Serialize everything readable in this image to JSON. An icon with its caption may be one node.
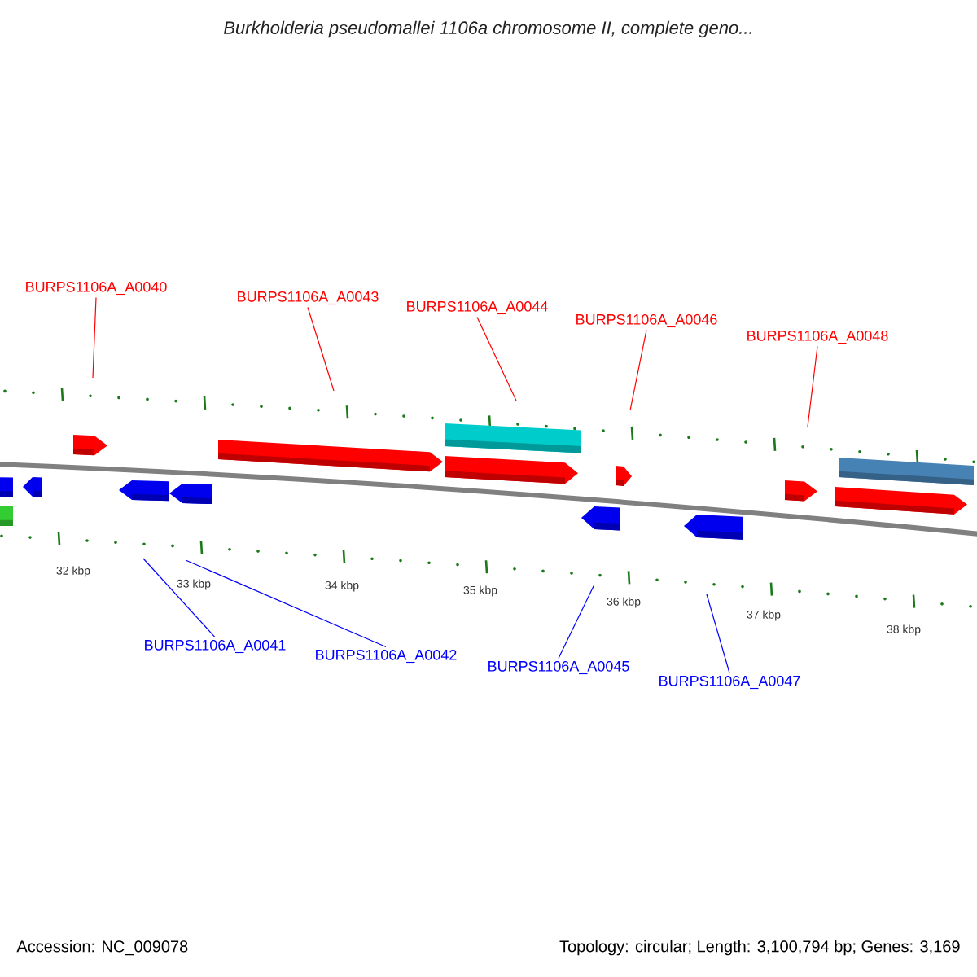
{
  "diagram": {
    "title": "Burkholderia pseudomallei 1106a chromosome II, complete geno...",
    "nodes": [
      {
        "text": [
          "BURPS1106A_A0040"
        ]
      },
      {
        "text": [
          "BURPS1106A_A0043"
        ]
      },
      {
        "text": [
          "BURPS1106A_A0044"
        ]
      },
      {
        "text": [
          "BURPS1106A_A0046"
        ]
      },
      {
        "text": [
          "BURPS1106A_A0048"
        ]
      },
      {
        "text": [
          "BURPS1106A_A0041"
        ]
      },
      {
        "text": [
          "BURPS1106A_A0042"
        ]
      },
      {
        "text": [
          "BURPS1106A_A0045"
        ]
      },
      {
        "text": [
          "BURPS1106A_A0047"
        ]
      }
    ],
    "edges": [
      {
        "from": 0,
        "to": null,
        "arrow": "none"
      },
      {
        "from": 1,
        "to": null,
        "arrow": "none"
      },
      {
        "from": 2,
        "to": null,
        "arrow": "none"
      },
      {
        "from": 3,
        "to": null,
        "arrow": "none"
      },
      {
        "from": 4,
        "to": null,
        "arrow": "none"
      },
      {
        "from": 5,
        "to": null,
        "arrow": "none",
        "color": "#0000ff"
      },
      {
        "from": 6,
        "to": null,
        "arrow": "none",
        "color": "#0000ff"
      },
      {
        "from": 7,
        "to": null,
        "arrow": "none",
        "color": "#0000ff"
      },
      {
        "from": 8,
        "to": null,
        "arrow": "none",
        "color": "#0000ff"
      }
    ],
    "labels": [
      "32 kbp",
      "33 kbp",
      "34 kbp",
      "35 kbp",
      "36 kbp",
      "37 kbp",
      "38 kbp",
      "Accession: NC_009078",
      "Topology: circular; Length: 3,100,794 bp; Genes: 3,169"
    ]
  }
}
